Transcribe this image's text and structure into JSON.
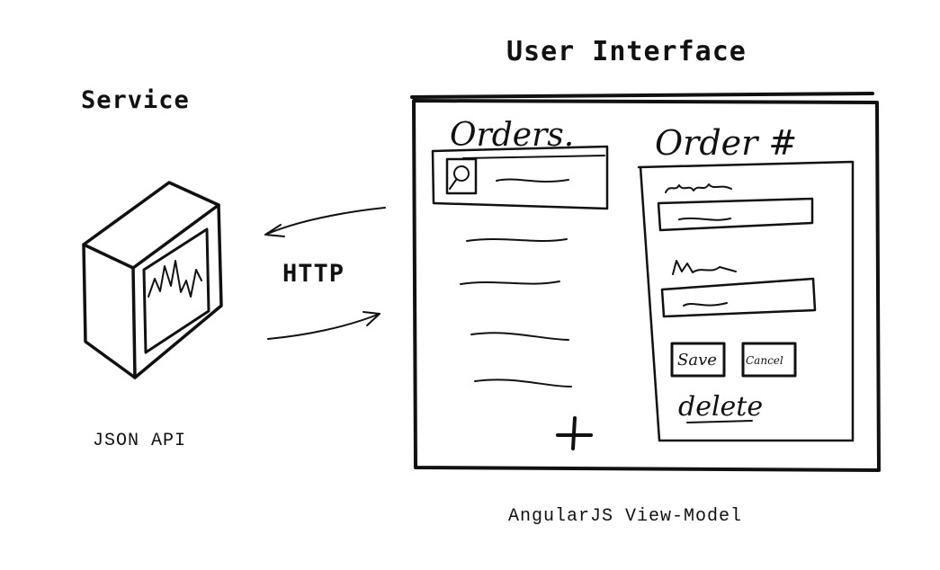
{
  "titles": {
    "user_interface": "User Interface",
    "service": "Service",
    "http": "HTTP",
    "json_api": "JSON API",
    "view_model": "AngularJS View-Model"
  },
  "sketch": {
    "orders_heading": "Orders.",
    "order_heading": "Order #",
    "save_button": "Save",
    "cancel_button": "Cancel",
    "delete_link": "delete",
    "add_icon": "plus-icon",
    "server_icon": "monitor-server-icon",
    "stroke_color": "#111111",
    "background_color": "#ffffff"
  }
}
